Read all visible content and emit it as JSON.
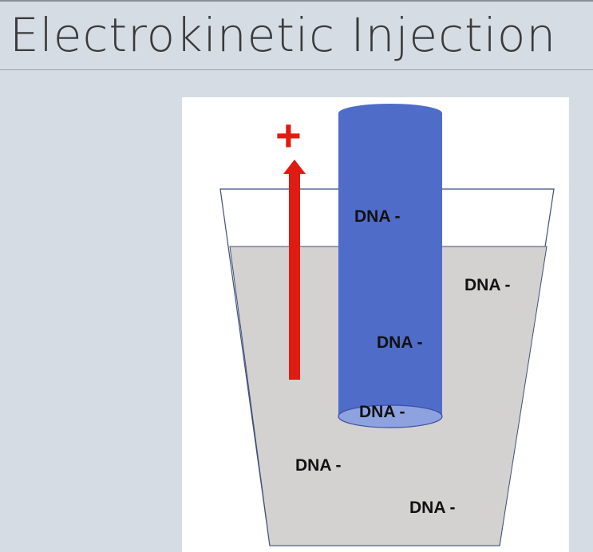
{
  "slide": {
    "title": "Electrokinetic Injection"
  },
  "diagram": {
    "polarity_symbol": "+",
    "labels": {
      "in_capillary_upper": "DNA -",
      "in_solution_right": "DNA -",
      "in_capillary_middle": "DNA -",
      "at_capillary_tip": "DNA -",
      "in_solution_lower_left": "DNA -",
      "in_solution_bottom": "DNA -"
    },
    "colors": {
      "background": "#d6dce4",
      "capillary": "#4f6cc8",
      "capillary_tip": "#8ea2e0",
      "solution": "#d4d1d1",
      "arrow": "#e01b12"
    }
  }
}
